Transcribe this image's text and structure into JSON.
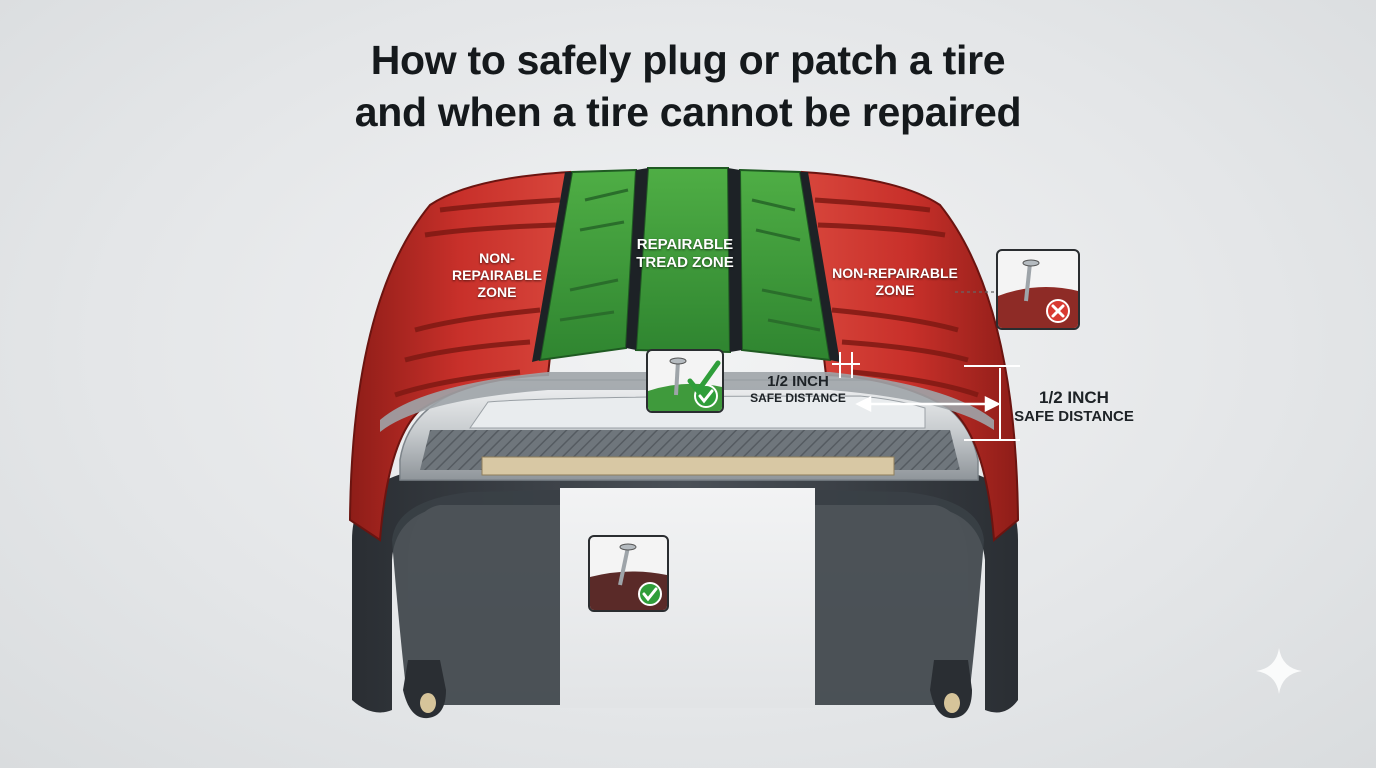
{
  "title": {
    "line1": "How to safely plug or patch a tire",
    "line2": "and when a tire cannot be repaired"
  },
  "zones": {
    "left_nonrepairable": {
      "line1": "NON-",
      "line2": "REPAIRABLE",
      "line3": "ZONE"
    },
    "center_repairable": {
      "line1": "REPAIRABLE",
      "line2": "TREAD ZONE"
    },
    "right_nonrepairable": {
      "line1": "NON-REPAIRABLE",
      "line2": "ZONE"
    }
  },
  "callouts": {
    "inner_distance": {
      "line1": "1/2 INCH",
      "line2": "SAFE DISTANCE"
    },
    "outer_distance": {
      "line1": "1/2 INCH",
      "line2": "SAFE DISTANCE"
    }
  },
  "icons": {
    "shoulder_puncture": "nail-puncture-x-icon",
    "tread_puncture": "nail-puncture-check-icon",
    "inner_puncture": "nail-puncture-check-icon",
    "corner_mark": "sparkle-icon"
  },
  "colors": {
    "nonrepairable_red": "#c8302a",
    "repairable_green": "#3f9a3c",
    "check_green": "#2f9e3a",
    "cross_red": "#d83a32"
  }
}
